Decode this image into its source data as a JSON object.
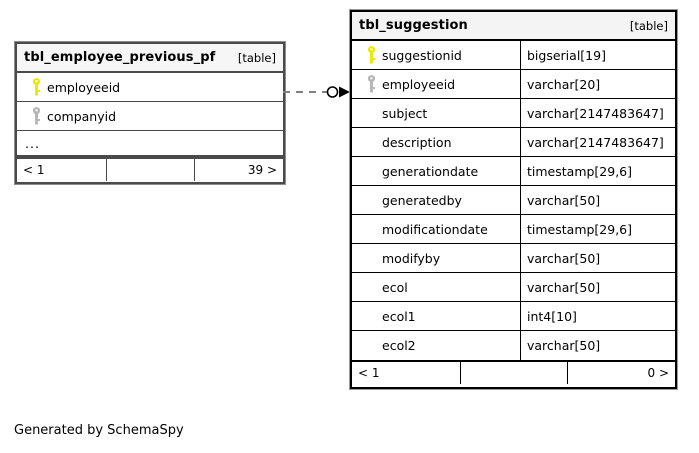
{
  "diagram": {
    "caption": "Generated by SchemaSpy",
    "background_color": "#ffffff",
    "primary_key_color": "#e8e800",
    "foreign_key_color": "#b4b4b4",
    "border_color": "#000000",
    "header_background": "#f4f4f4"
  },
  "tables": [
    {
      "name": "tbl_employee_previous_pf",
      "tag": "[table]",
      "shows_types": false,
      "columns": [
        {
          "icon": "primary-key-icon",
          "key_type": "primary",
          "name": "employeeid",
          "type": ""
        },
        {
          "icon": "foreign-key-icon",
          "key_type": "foreign",
          "name": "companyid",
          "type": ""
        }
      ],
      "ellipsis": "...",
      "footer": {
        "left": "< 1",
        "middle": "",
        "right": "39 >"
      }
    },
    {
      "name": "tbl_suggestion",
      "tag": "[table]",
      "shows_types": true,
      "columns": [
        {
          "icon": "primary-key-icon",
          "key_type": "primary",
          "name": "suggestionid",
          "type": "bigserial[19]"
        },
        {
          "icon": "foreign-key-icon",
          "key_type": "foreign",
          "name": "employeeid",
          "type": "varchar[20]"
        },
        {
          "icon": "",
          "key_type": "none",
          "name": "subject",
          "type": "varchar[2147483647]"
        },
        {
          "icon": "",
          "key_type": "none",
          "name": "description",
          "type": "varchar[2147483647]"
        },
        {
          "icon": "",
          "key_type": "none",
          "name": "generationdate",
          "type": "timestamp[29,6]"
        },
        {
          "icon": "",
          "key_type": "none",
          "name": "generatedby",
          "type": "varchar[50]"
        },
        {
          "icon": "",
          "key_type": "none",
          "name": "modificationdate",
          "type": "timestamp[29,6]"
        },
        {
          "icon": "",
          "key_type": "none",
          "name": "modifyby",
          "type": "varchar[50]"
        },
        {
          "icon": "",
          "key_type": "none",
          "name": "ecol",
          "type": "varchar[50]"
        },
        {
          "icon": "",
          "key_type": "none",
          "name": "ecol1",
          "type": "int4[10]"
        },
        {
          "icon": "",
          "key_type": "none",
          "name": "ecol2",
          "type": "varchar[50]"
        }
      ],
      "footer": {
        "left": "< 1",
        "middle": "",
        "right": "0 >"
      }
    }
  ],
  "relationship": {
    "icon": "relationship-connector-icon",
    "from_table": "tbl_employee_previous_pf",
    "from_column": "employeeid",
    "to_table": "tbl_suggestion",
    "to_column": "employeeid",
    "line_style": "dashed",
    "line_color": "#808080",
    "source_marker": "open-circle",
    "target_marker": "filled-arrowhead"
  }
}
